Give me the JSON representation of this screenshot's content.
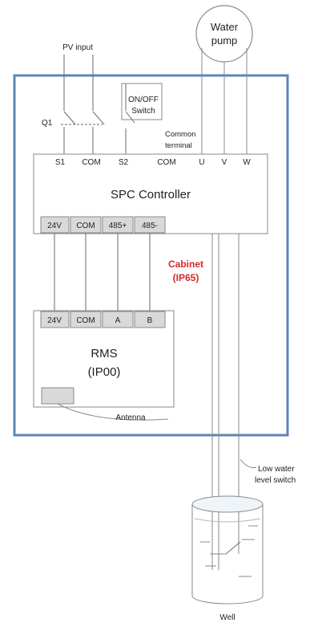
{
  "diagram": {
    "pump_label": [
      "Water",
      "pump"
    ],
    "pv_input": "PV input",
    "q1": "Q1",
    "onoff_switch": [
      "ON/OFF",
      "Switch"
    ],
    "common_terminal": [
      "Common",
      "terminal"
    ],
    "controller_terminals": [
      "S1",
      "COM",
      "S2",
      "COM",
      "U",
      "V",
      "W"
    ],
    "controller_title": "SPC Controller",
    "controller_ports": [
      "24V",
      "COM",
      "485+",
      "485-"
    ],
    "cabinet_label": [
      "Cabinet",
      "(IP65)"
    ],
    "rms_ports": [
      "24V",
      "COM",
      "A",
      "B"
    ],
    "rms_title": [
      "RMS",
      "(IP00)"
    ],
    "antenna": "Antenna",
    "low_water_switch": [
      "Low water",
      "level switch"
    ],
    "well": "Well"
  },
  "colors": {
    "cabinet_border": "#5b86b8",
    "cabinet_text": "#d42a2a",
    "port_fill": "#d9d9d9",
    "line": "#8a8a8a"
  }
}
